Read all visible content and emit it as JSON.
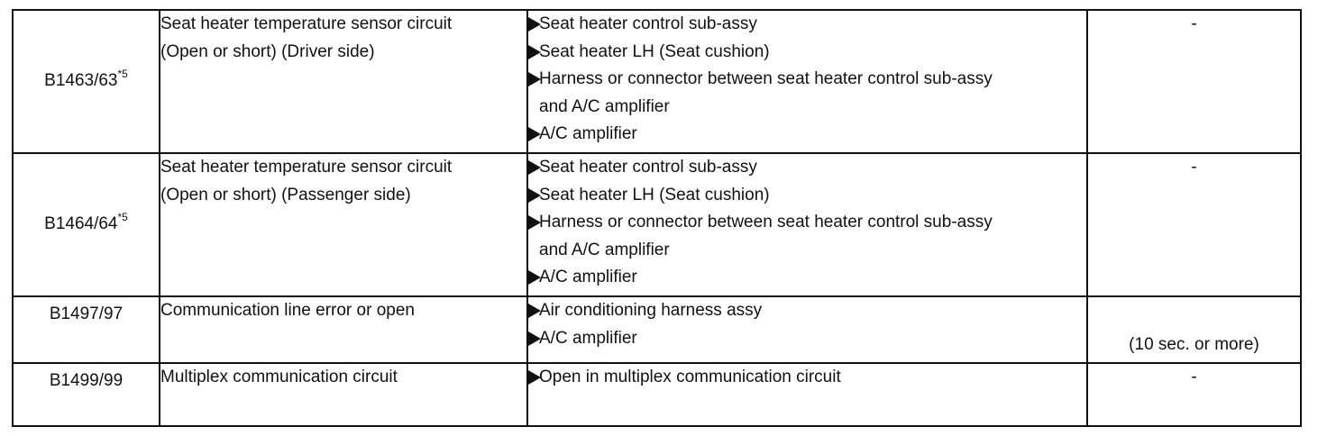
{
  "rows": [
    {
      "code": "B1463/63",
      "note": "*5",
      "item_lines": [
        "Seat heater temperature sensor circuit",
        "(Open or short) (Driver side)"
      ],
      "areas": [
        {
          "lines": [
            "Seat heater control sub-assy"
          ]
        },
        {
          "lines": [
            "Seat heater LH (Seat cushion)"
          ]
        },
        {
          "lines": [
            "Harness or connector between seat heater control sub-assy",
            "and A/C amplifier"
          ]
        },
        {
          "lines": [
            "A/C amplifier"
          ]
        }
      ],
      "memory": "-"
    },
    {
      "code": "B1464/64",
      "note": "*5",
      "item_lines": [
        "Seat heater temperature sensor circuit",
        "(Open or short) (Passenger side)"
      ],
      "areas": [
        {
          "lines": [
            "Seat heater control sub-assy"
          ]
        },
        {
          "lines": [
            "Seat heater LH (Seat cushion)"
          ]
        },
        {
          "lines": [
            "Harness or connector between seat heater control sub-assy",
            "and A/C amplifier"
          ]
        },
        {
          "lines": [
            "A/C amplifier"
          ]
        }
      ],
      "memory": "-"
    },
    {
      "code": "B1497/97",
      "note": "",
      "item_lines": [
        "Communication line error or open"
      ],
      "areas": [
        {
          "lines": [
            "Air conditioning harness assy"
          ]
        },
        {
          "lines": [
            "A/C amplifier"
          ]
        }
      ],
      "memory": "(10 sec. or more)"
    },
    {
      "code": "B1499/99",
      "note": "",
      "item_lines": [
        "Multiplex communication circuit"
      ],
      "areas": [
        {
          "lines": [
            "Open in multiplex communication circuit"
          ]
        }
      ],
      "memory": "-"
    }
  ],
  "icons": {
    "bullet": "right-triangle-bullet-icon"
  }
}
